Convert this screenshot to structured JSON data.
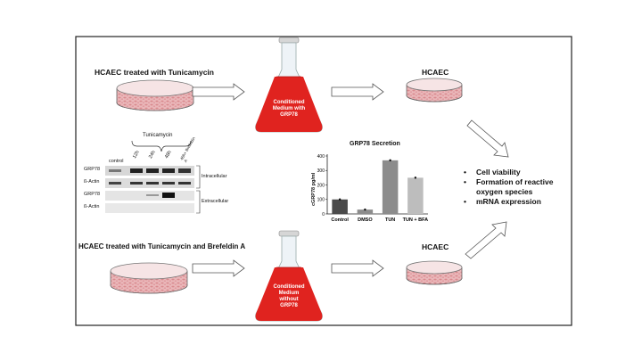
{
  "top_row": {
    "source_label": "HCAEC treated with Tunicamycin",
    "flask_label": [
      "Conditioned",
      "Medium with",
      "GRP78"
    ],
    "target_label": "HCAEC"
  },
  "bottom_row": {
    "source_label": "HCAEC treated with Tunicamycin and Brefeldin A",
    "flask_label": [
      "Conditioned",
      "Medium",
      "without",
      "GRP78"
    ],
    "target_label": "HCAEC"
  },
  "outcomes": [
    "Cell viability",
    "Formation of reactive oxygen species",
    "mRNA expression"
  ],
  "western_blot": {
    "treatment_label": "Tunicamycin",
    "lanes": [
      "control",
      "12h",
      "24h",
      "48h",
      "48h+ Brefeldin A"
    ],
    "rows": [
      "GRP78",
      "ß-Actin",
      "GRP78",
      "ß-Actin"
    ],
    "fractions": [
      "Intracellular",
      "Extracellular"
    ]
  },
  "chart_data": {
    "type": "bar",
    "title": "GRP78 Secretion",
    "ylabel": "cGRP78 pg/ml",
    "xlabel": "",
    "categories": [
      "Control",
      "DMSO",
      "TUN",
      "TUN + BFA"
    ],
    "values": [
      100,
      30,
      370,
      250
    ],
    "yticks": [
      0,
      100,
      200,
      300,
      400
    ],
    "ylim": [
      0,
      400
    ],
    "colors": [
      "#4a4a4a",
      "#8c8c8c",
      "#8c8c8c",
      "#bdbdbd"
    ]
  }
}
